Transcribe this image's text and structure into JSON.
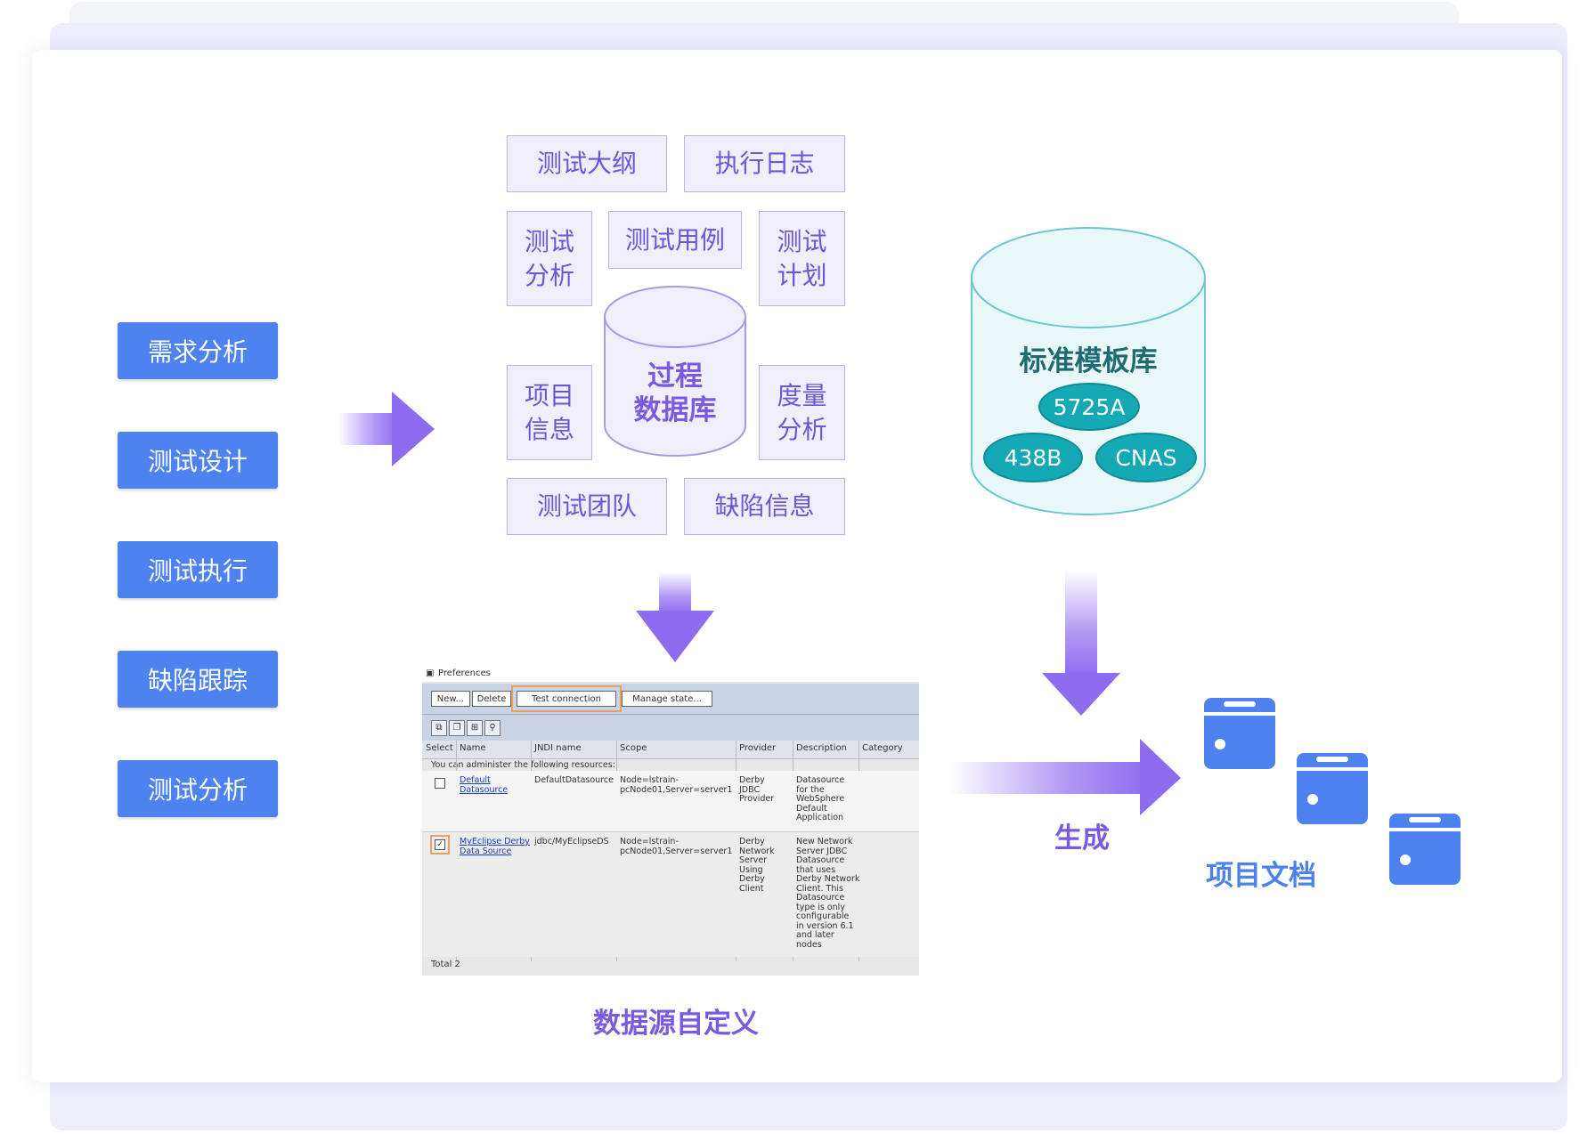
{
  "phases": [
    "需求分析",
    "测试设计",
    "测试执行",
    "缺陷跟踪",
    "测试分析"
  ],
  "process_db": {
    "modules": {
      "outline": "测试大纲",
      "exec_log": "执行日志",
      "analysis_line1": "测试",
      "analysis_line2": "分析",
      "cases": "测试用例",
      "plan_line1": "测试",
      "plan_line2": "计划",
      "project_line1": "项目",
      "project_line2": "信息",
      "metric_line1": "度量",
      "metric_line2": "分析",
      "team": "测试团队",
      "defect": "缺陷信息"
    },
    "center_line1": "过程",
    "center_line2": "数据库"
  },
  "template_db": {
    "title": "标准模板库",
    "standards": [
      "5725A",
      "438B",
      "CNAS"
    ]
  },
  "datasource": {
    "caption": "数据源自定义",
    "screenshot": {
      "window_title": "Preferences",
      "buttons": [
        "New...",
        "Delete",
        "Test connection",
        "Manage state..."
      ],
      "columns": [
        "Select",
        "Name",
        "JNDI name",
        "Scope",
        "Provider",
        "Description",
        "Category"
      ],
      "note": "You can administer the following resources:",
      "rows": [
        {
          "name": "Default\nDatasource",
          "jndi": "DefaultDatasource",
          "scope": "Node=lstrain-\npcNode01,Server=server1",
          "provider": "Derby\nJDBC\nProvider",
          "description": "Datasource\nfor the\nWebSphere\nDefault\nApplication",
          "checked": false
        },
        {
          "name": "MyEclipse Derby\nData Source",
          "jndi": "jdbc/MyEclipseDS",
          "scope": "Node=lstrain-\npcNode01,Server=server1",
          "provider": "Derby\nNetwork\nServer\nUsing\nDerby\nClient",
          "description": "New Network\nServer JDBC\nDatasource\nthat uses\nDerby Network\nClient. This\nDatasource\ntype is only\nconfigurable\nin version 6.1\nand later\nnodes",
          "checked": true
        }
      ],
      "total": "Total 2"
    }
  },
  "generate_label": "生成",
  "output_label": "项目文档",
  "colors": {
    "phase_blue": "#4d82f0",
    "purple": "#7a5ae0",
    "module_border": "#bcb3e6",
    "teal": "#14a9b4",
    "highlight_orange": "#e8a064"
  }
}
